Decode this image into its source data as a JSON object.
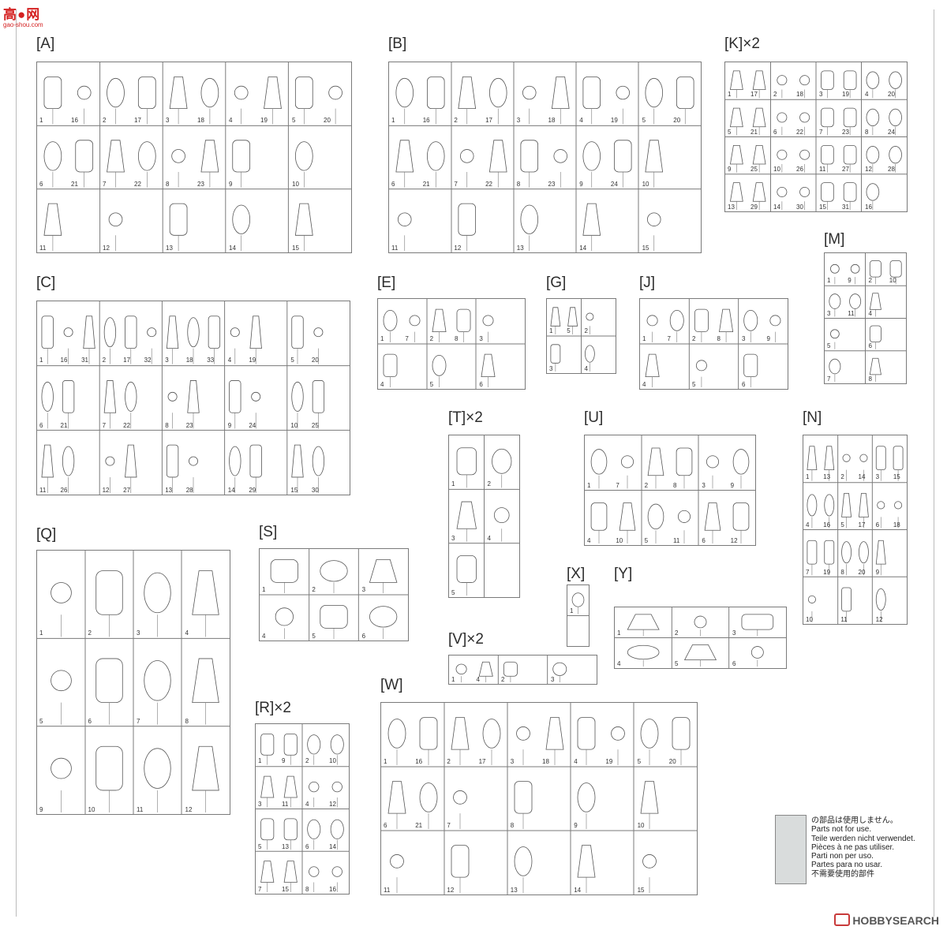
{
  "branding": {
    "logo_text": "高●网",
    "logo_url": "gao-shou.com",
    "watermark": "HOBBYSEARCH"
  },
  "notice": {
    "lines": [
      "の部品は使用しません。",
      "Parts not for use.",
      "Teile werden nicht verwendet.",
      "Pièces à ne pas utiliser.",
      "Parti non per uso.",
      "Partes para no usar.",
      "不需要使用的部件"
    ]
  },
  "colors": {
    "frame": "#7a7a7a",
    "part_line": "#555555",
    "unused_part_fill": "#d9dcdc"
  },
  "sprues": [
    {
      "id": "A",
      "label": "[A]",
      "numbers": [
        "1",
        "2",
        "3",
        "4",
        "5",
        "6",
        "7",
        "8",
        "9",
        "10",
        "11",
        "12",
        "13",
        "14",
        "15",
        "16",
        "17",
        "18",
        "19",
        "20",
        "21",
        "22",
        "23"
      ]
    },
    {
      "id": "B",
      "label": "[B]",
      "numbers": [
        "1",
        "2",
        "3",
        "4",
        "5",
        "6",
        "7",
        "8",
        "9",
        "10",
        "11",
        "12",
        "13",
        "14",
        "15",
        "16",
        "17",
        "18",
        "19",
        "20",
        "21",
        "22",
        "23",
        "24"
      ]
    },
    {
      "id": "K",
      "label": "[K]×2",
      "numbers": [
        "1",
        "2",
        "3",
        "4",
        "5",
        "6",
        "7",
        "8",
        "9",
        "10",
        "11",
        "12",
        "13",
        "14",
        "15",
        "16",
        "17",
        "18",
        "19",
        "20",
        "21",
        "22",
        "23",
        "24",
        "25",
        "26",
        "27",
        "28",
        "29",
        "30",
        "31"
      ]
    },
    {
      "id": "M",
      "label": "[M]",
      "numbers": [
        "1",
        "2",
        "3",
        "4",
        "5",
        "6",
        "7",
        "8",
        "9",
        "10",
        "11"
      ]
    },
    {
      "id": "C",
      "label": "[C]",
      "numbers": [
        "1",
        "2",
        "3",
        "4",
        "5",
        "6",
        "7",
        "8",
        "9",
        "10",
        "11",
        "12",
        "13",
        "14",
        "15",
        "16",
        "17",
        "18",
        "19",
        "20",
        "21",
        "22",
        "23",
        "24",
        "25",
        "26",
        "27",
        "28",
        "29",
        "30",
        "31",
        "32",
        "33"
      ]
    },
    {
      "id": "E",
      "label": "[E]",
      "numbers": [
        "1",
        "2",
        "3",
        "4",
        "5",
        "6",
        "7",
        "8"
      ]
    },
    {
      "id": "G",
      "label": "[G]",
      "numbers": [
        "1",
        "2",
        "3",
        "4",
        "5"
      ]
    },
    {
      "id": "J",
      "label": "[J]",
      "numbers": [
        "1",
        "2",
        "3",
        "4",
        "5",
        "6",
        "7",
        "8",
        "9"
      ]
    },
    {
      "id": "T",
      "label": "[T]×2",
      "numbers": [
        "1",
        "2",
        "3",
        "4",
        "5"
      ]
    },
    {
      "id": "U",
      "label": "[U]",
      "numbers": [
        "1",
        "2",
        "3",
        "4",
        "5",
        "6",
        "7",
        "8",
        "9",
        "10",
        "11",
        "12"
      ]
    },
    {
      "id": "N",
      "label": "[N]",
      "numbers": [
        "1",
        "2",
        "3",
        "4",
        "5",
        "6",
        "7",
        "8",
        "9",
        "10",
        "11",
        "12",
        "13",
        "14",
        "15",
        "16",
        "17",
        "18",
        "19",
        "20"
      ]
    },
    {
      "id": "Q",
      "label": "[Q]",
      "numbers": [
        "1",
        "2",
        "3",
        "4",
        "5",
        "6",
        "7",
        "8",
        "9",
        "10",
        "11",
        "12"
      ]
    },
    {
      "id": "S",
      "label": "[S]",
      "numbers": [
        "1",
        "2",
        "3",
        "4",
        "5",
        "6"
      ]
    },
    {
      "id": "X",
      "label": "[X]",
      "numbers": [
        "1"
      ]
    },
    {
      "id": "Y",
      "label": "[Y]",
      "numbers": [
        "1",
        "2",
        "3",
        "4",
        "5",
        "6"
      ]
    },
    {
      "id": "V",
      "label": "[V]×2",
      "numbers": [
        "1",
        "2",
        "3",
        "4"
      ]
    },
    {
      "id": "R",
      "label": "[R]×2",
      "numbers": [
        "1",
        "2",
        "3",
        "4",
        "5",
        "6",
        "7",
        "8",
        "9",
        "10",
        "11",
        "12",
        "13",
        "14",
        "15",
        "16"
      ]
    },
    {
      "id": "W",
      "label": "[W]",
      "numbers": [
        "1",
        "2",
        "3",
        "4",
        "5",
        "6",
        "7",
        "8",
        "9",
        "10",
        "11",
        "12",
        "13",
        "14",
        "15",
        "16",
        "17",
        "18",
        "19",
        "20",
        "21"
      ]
    }
  ]
}
